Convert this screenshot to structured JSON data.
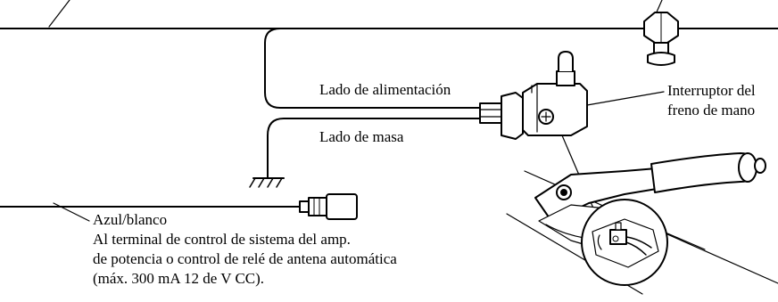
{
  "labels": {
    "power_side": "Lado de alimentación",
    "ground_side": "Lado de masa",
    "switch_line1": "Interruptor del",
    "switch_line2": "freno de mano",
    "wire_name": "Azul/blanco",
    "wire_desc_line1": "Al terminal de control de sistema del amp.",
    "wire_desc_line2": "de potencia o control de relé de antena automática",
    "wire_desc_line3": "(máx. 300 mA 12 de V CC)."
  },
  "colors": {
    "line": "#000000",
    "background": "#ffffff"
  }
}
